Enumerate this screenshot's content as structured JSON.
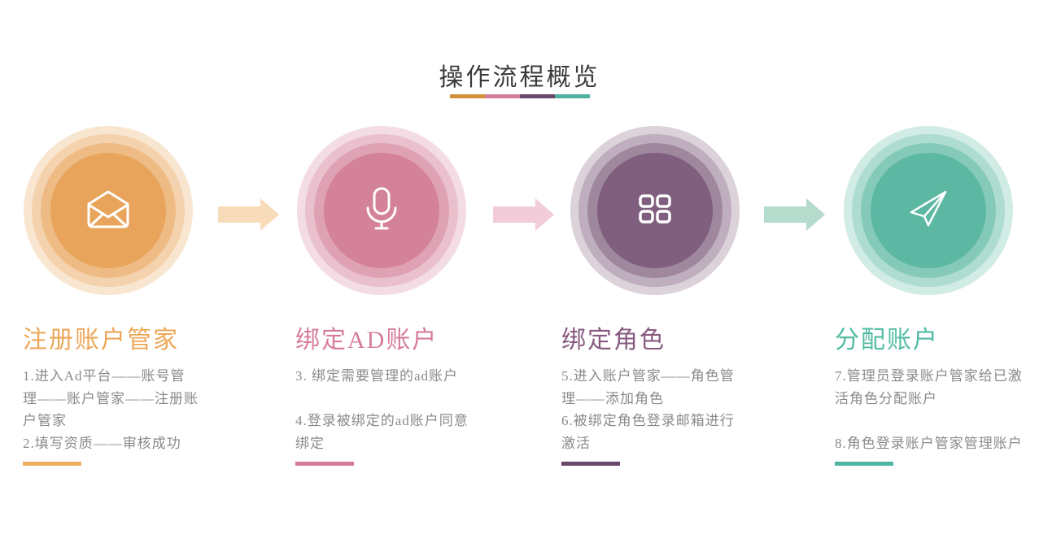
{
  "title": {
    "text": "操作流程概览"
  },
  "title_underline": {
    "colors": [
      "#d28f3c",
      "#d27e99",
      "#6b4769",
      "#52b0a0"
    ]
  },
  "steps": [
    {
      "title": "注册账户管家",
      "title_color": "#eda757",
      "icon": "mail-open-icon",
      "ring_colors": [
        "#f9e6d1",
        "#f4d2ae",
        "#eebb85",
        "#e9a45c"
      ],
      "lines": [
        "1.进入Ad平台——账号管",
        "理——账户管家——注册账",
        "户管家",
        "2.填写资质——审核成功"
      ],
      "bar_color": "#f0ae62"
    },
    {
      "title": "绑定AD账户",
      "title_color": "#d67d99",
      "icon": "microphone-icon",
      "ring_colors": [
        "#f3dce3",
        "#eac0cd",
        "#dfa1b4",
        "#d4819a"
      ],
      "lines": [
        "3. 绑定需要管理的ad账户",
        "",
        "4.登录被绑定的ad账户同意",
        "绑定"
      ],
      "bar_color": "#d47b96"
    },
    {
      "title": "绑定角色",
      "title_color": "#875a80",
      "icon": "grid-icon",
      "ring_colors": [
        "#dbd2da",
        "#bfafbe",
        "#9f879e",
        "#7f5f7d"
      ],
      "lines": [
        "5.进入账户管家——角色管",
        "理——添加角色",
        "6.被绑定角色登录邮箱进行",
        "激活"
      ],
      "bar_color": "#6b4769"
    },
    {
      "title": "分配账户",
      "title_color": "#52bba4",
      "icon": "paper-plane-icon",
      "ring_colors": [
        "#d1ebe5",
        "#aedcd1",
        "#85cab9",
        "#5cb8a2"
      ],
      "lines": [
        "7.管理员登录账户管家给已激",
        "活角色分配账户",
        "",
        "8.角色登录账户管家管理账户"
      ],
      "bar_color": "#4db5a0"
    }
  ],
  "arrows": [
    {
      "color": "#f8dcba"
    },
    {
      "color": "#f2cdd9"
    },
    {
      "color": "#b5dbcd"
    }
  ]
}
